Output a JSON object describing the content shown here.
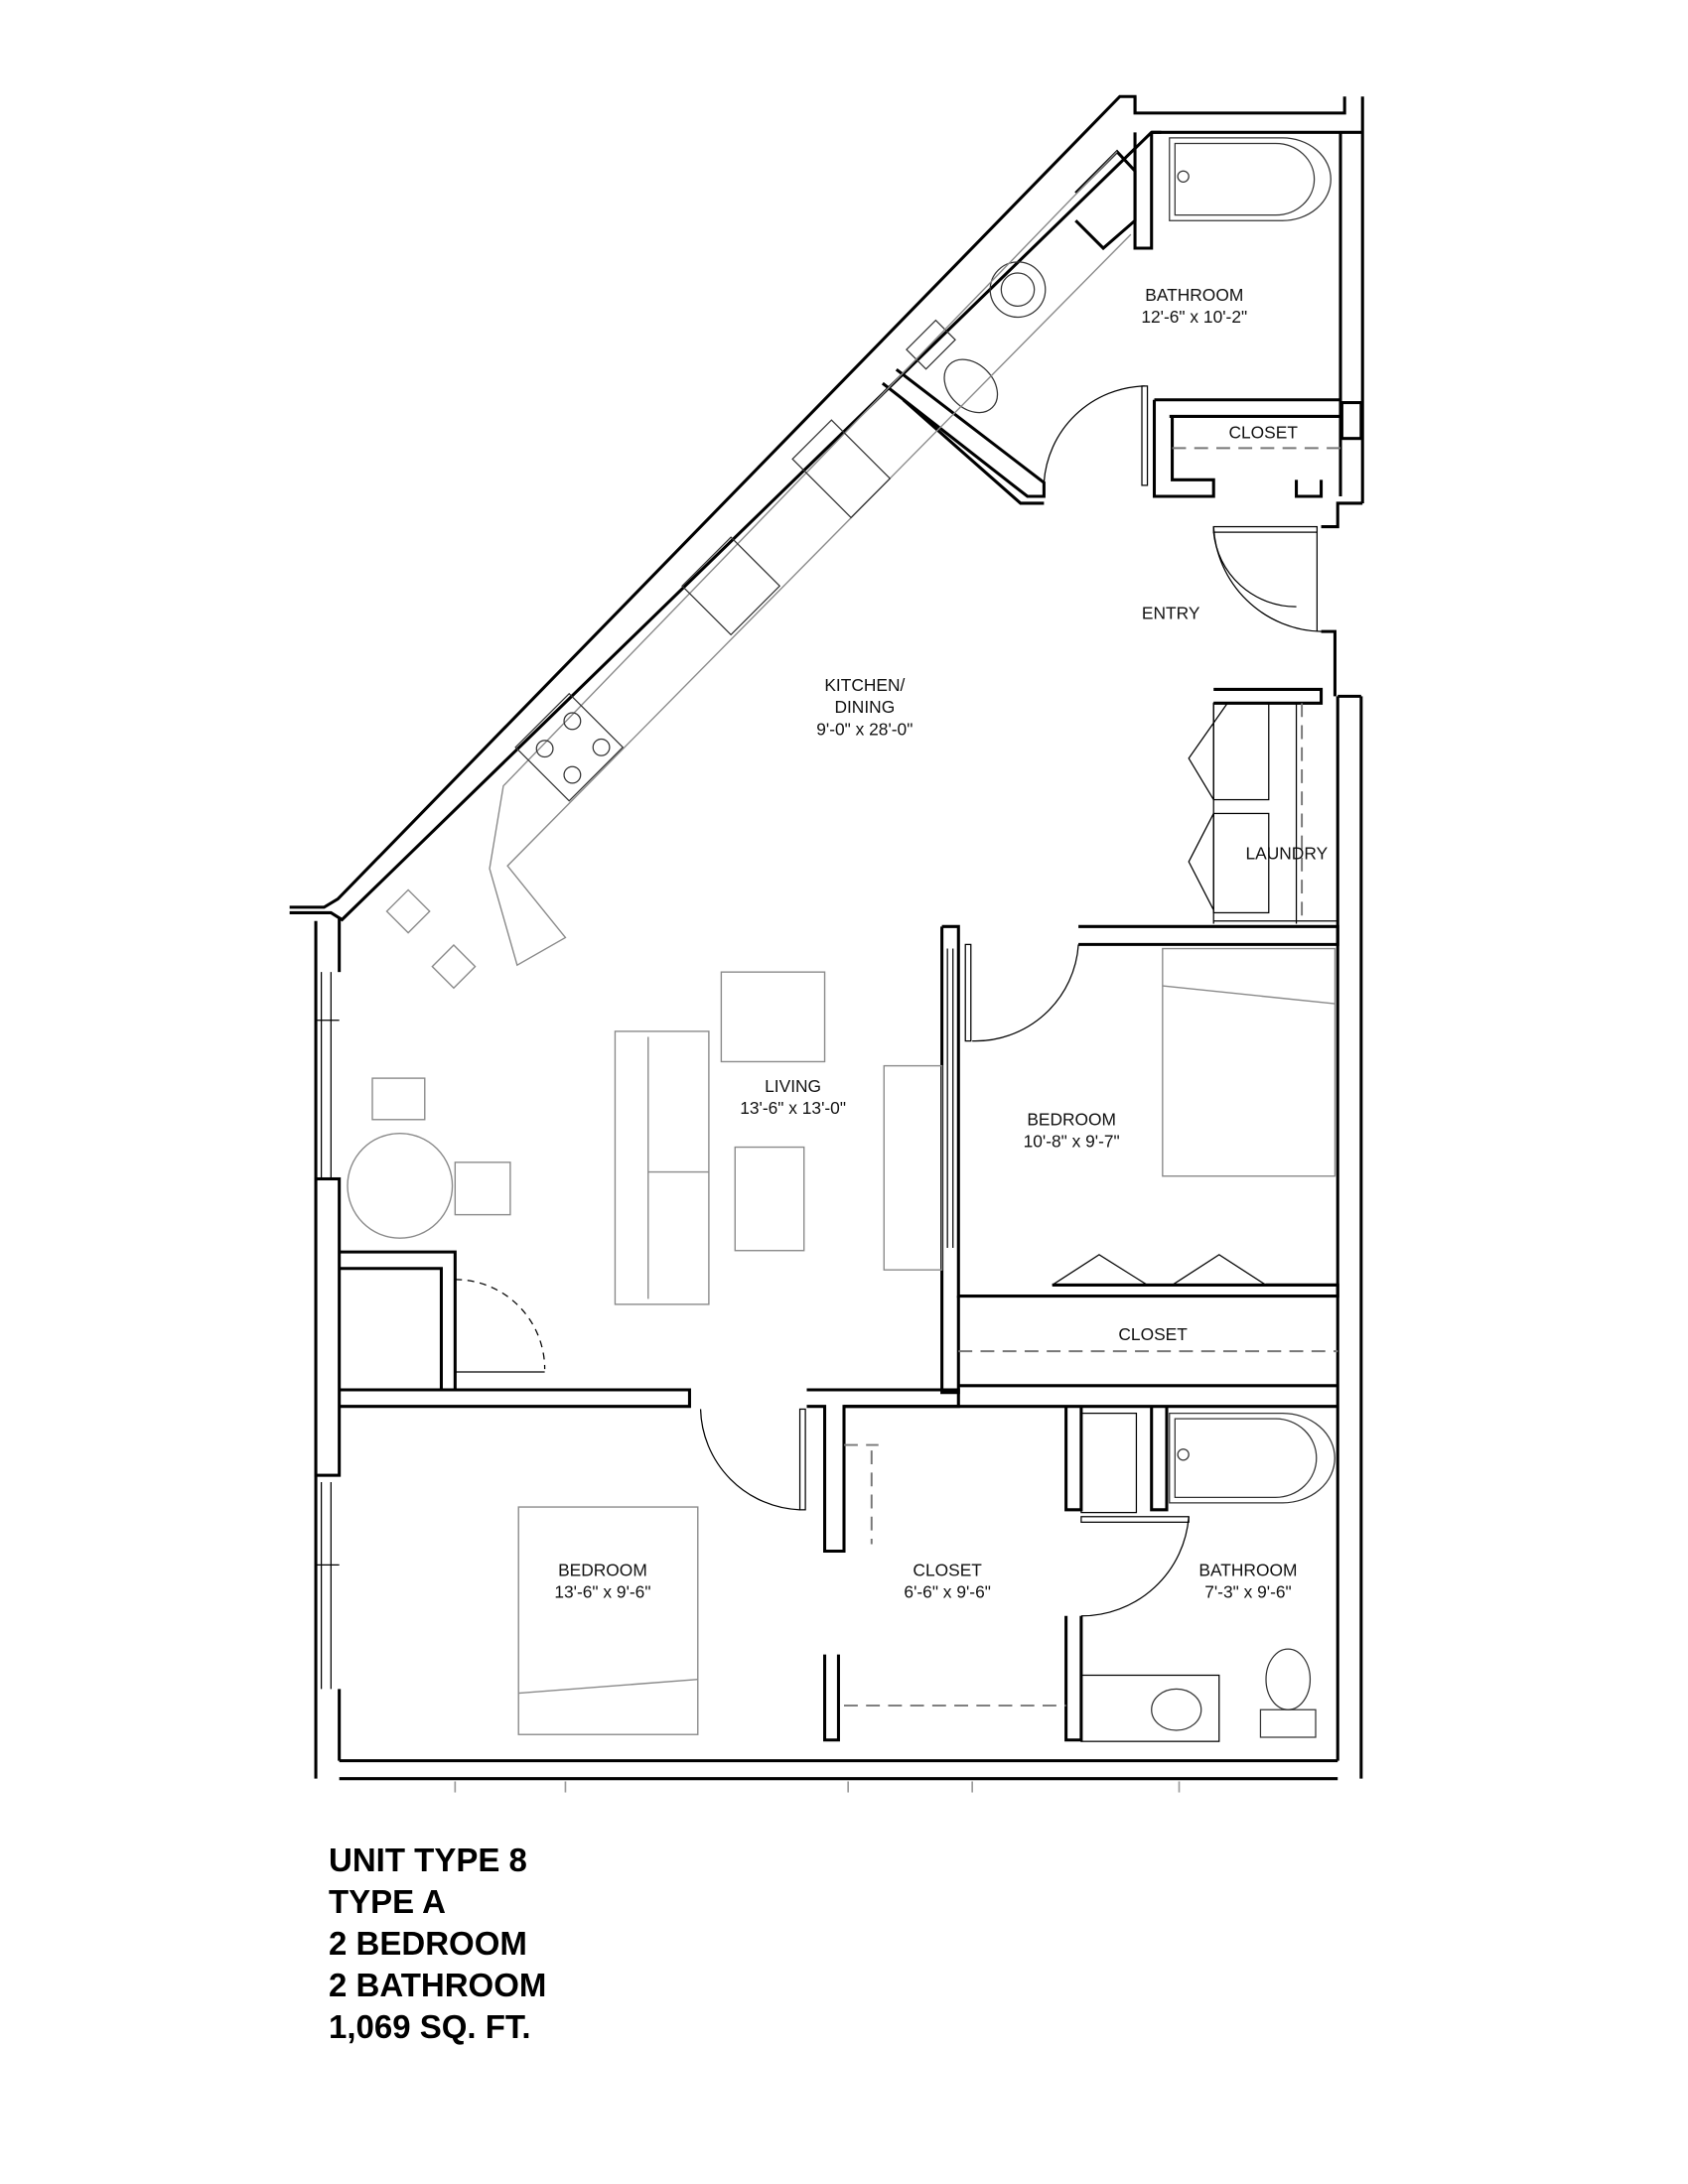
{
  "plan": {
    "rooms": [
      {
        "id": "bathroom-1",
        "label": "BATHROOM",
        "dimensions": "12'-6\" x 10'-2\""
      },
      {
        "id": "closet-entry",
        "label": "CLOSET",
        "dimensions": ""
      },
      {
        "id": "entry",
        "label": "ENTRY",
        "dimensions": ""
      },
      {
        "id": "kitchen-dining",
        "label": "KITCHEN/",
        "label2": "DINING",
        "dimensions": "9'-0\" x 28'-0\""
      },
      {
        "id": "laundry",
        "label": "LAUNDRY",
        "dimensions": ""
      },
      {
        "id": "living",
        "label": "LIVING",
        "dimensions": "13'-6\" x 13'-0\""
      },
      {
        "id": "bedroom-1",
        "label": "BEDROOM",
        "dimensions": "10'-8\" x 9'-7\""
      },
      {
        "id": "closet-bedroom-1",
        "label": "CLOSET",
        "dimensions": ""
      },
      {
        "id": "bedroom-2",
        "label": "BEDROOM",
        "dimensions": "13'-6\" x 9'-6\""
      },
      {
        "id": "closet-walkin",
        "label": "CLOSET",
        "dimensions": "6'-6\" x 9'-6\""
      },
      {
        "id": "bathroom-2",
        "label": "BATHROOM",
        "dimensions": "7'-3\" x 9'-6\""
      }
    ]
  },
  "unit_info": {
    "unit_type": "UNIT TYPE 8",
    "type": "TYPE A",
    "bedrooms": "2 BEDROOM",
    "bathrooms": "2 BATHROOM",
    "area": "1,069 SQ. FT."
  }
}
